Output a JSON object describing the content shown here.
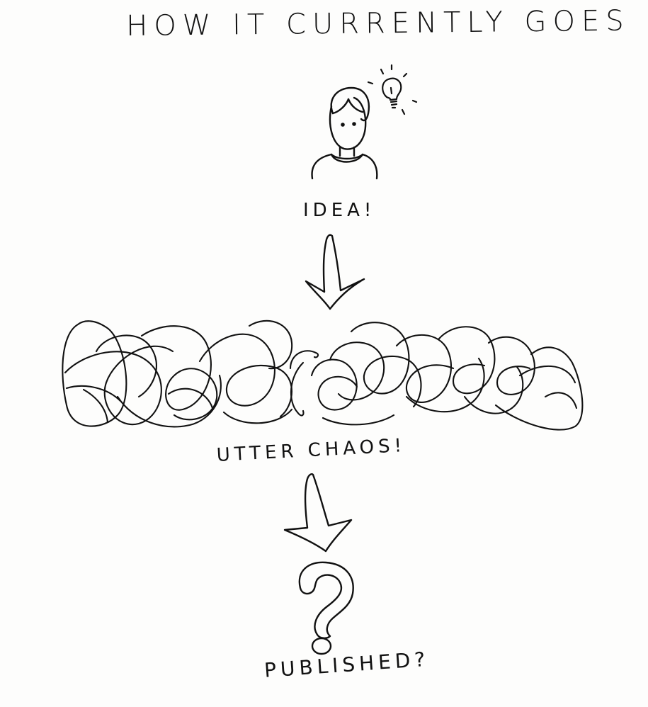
{
  "title": "HOW IT CURRENTLY GOES",
  "steps": {
    "idea": "IDEA!",
    "chaos": "UTTER CHAOS!",
    "published": "PUBLISHED?"
  },
  "icons": {
    "person": "person-icon",
    "lightbulb": "lightbulb-icon",
    "arrow_down": "arrow-down-icon",
    "scribble": "scribble-chaos",
    "question": "question-mark-icon"
  },
  "colors": {
    "ink": "#111111",
    "paper": "#fdfdfc"
  }
}
